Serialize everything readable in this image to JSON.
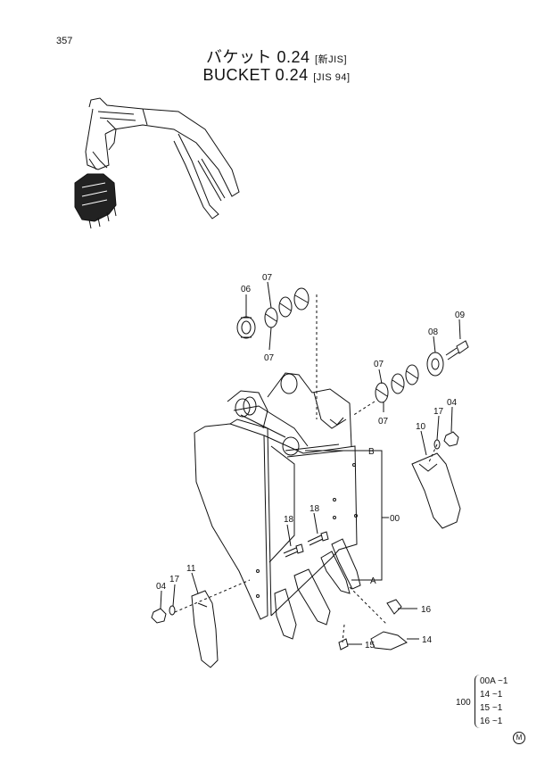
{
  "page_number": "357",
  "title_jp": "バケット 0.24",
  "title_jp_std": "[新JIS]",
  "title_en": "BUCKET  0.24",
  "title_en_std": "[JIS 94]",
  "callouts": {
    "c06": "06",
    "c07a": "07",
    "c07b": "07",
    "c07c": "07",
    "c07d": "07",
    "c08": "08",
    "c09": "09",
    "c04a": "04",
    "c17a": "17",
    "c10": "10",
    "cB": "B",
    "c00": "00",
    "c18a": "18",
    "c18b": "18",
    "cA": "A",
    "c11": "11",
    "c04b": "04",
    "c17b": "17",
    "c16": "16",
    "c14": "14",
    "c15": "15"
  },
  "quantity": {
    "total": "100",
    "rows": [
      "00A ~1",
      "14  ~1",
      "15  ~1",
      "16  ~1"
    ]
  },
  "mark": "M"
}
